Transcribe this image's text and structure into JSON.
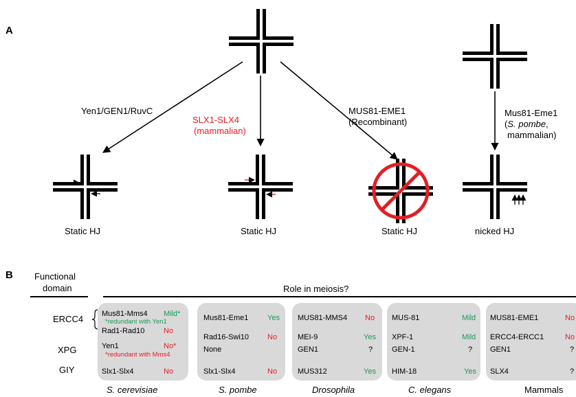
{
  "panel_a": {
    "label": "A",
    "branches": [
      {
        "enzyme": "Yen1/GEN1/RuvC",
        "result": "Static HJ"
      },
      {
        "enzyme_line1": "SLX1-SLX4",
        "enzyme_line2": "(mammalian)",
        "result": "Static HJ",
        "enzyme_color": "#e31e24"
      },
      {
        "enzyme_line1": "MUS81-EME1",
        "enzyme_line2": "(Recombinant)",
        "result": "Static HJ"
      },
      {
        "enzyme_line1": "Mus81-Eme1",
        "enzyme_line2a": "(",
        "enzyme_line2b": "S. pombe",
        "enzyme_line2c": ",",
        "enzyme_line3": "mammalian)",
        "result": "nicked HJ"
      }
    ]
  },
  "panel_b": {
    "label": "B",
    "functional_domain_line1": "Functional",
    "functional_domain_line2": "domain",
    "role_header": "Role in meiosis?",
    "domains": [
      "ERCC4",
      "XPG",
      "GIY"
    ],
    "species": [
      {
        "name": "S. cerevisiae",
        "rows": [
          {
            "protein": "Mus81-Mms4",
            "role": "Mild*",
            "role_color": "#1a9a55"
          },
          {
            "protein": "Rad1-Rad10",
            "role": "No",
            "role_color": "#e31e24"
          },
          {
            "protein": "Yen1",
            "role": "No*",
            "role_color": "#e31e24"
          },
          {
            "protein": "Slx1-Slx4",
            "role": "No",
            "role_color": "#e31e24"
          }
        ],
        "note_green": "*redundant with Yen1",
        "note_red": "*redundant with Mms4"
      },
      {
        "name": "S. pombe",
        "rows": [
          {
            "protein": "Mus81-Eme1",
            "role": "Yes",
            "role_color": "#1a9a55"
          },
          {
            "protein": "Rad16-Swi10",
            "role": "No",
            "role_color": "#e31e24"
          },
          {
            "protein": "None",
            "role": "",
            "role_color": "#000000"
          },
          {
            "protein": "Slx1-Slx4",
            "role": "No",
            "role_color": "#e31e24"
          }
        ]
      },
      {
        "name": "Drosophila",
        "rows": [
          {
            "protein": "MUS81-MMS4",
            "role": "No",
            "role_color": "#e31e24"
          },
          {
            "protein": "MEI-9",
            "role": "Yes",
            "role_color": "#1a9a55"
          },
          {
            "protein": "GEN1",
            "role": "?",
            "role_color": "#000000"
          },
          {
            "protein": "MUS312",
            "role": "Yes",
            "role_color": "#1a9a55"
          }
        ]
      },
      {
        "name": "C. elegans",
        "rows": [
          {
            "protein": "MUS-81",
            "role": "Mild",
            "role_color": "#1a9a55"
          },
          {
            "protein": "XPF-1",
            "role": "Mild",
            "role_color": "#1a9a55"
          },
          {
            "protein": "GEN-1",
            "role": "?",
            "role_color": "#000000"
          },
          {
            "protein": "HIM-18",
            "role": "Yes",
            "role_color": "#1a9a55"
          }
        ]
      },
      {
        "name": "Mammals",
        "rows": [
          {
            "protein": "MUS81-EME1",
            "role": "No",
            "role_color": "#e31e24"
          },
          {
            "protein": "ERCC4-ERCC1",
            "role": "No",
            "role_color": "#e31e24"
          },
          {
            "protein": "GEN1",
            "role": "?",
            "role_color": "#000000"
          },
          {
            "protein": "SLX4",
            "role": "?",
            "role_color": "#000000"
          }
        ]
      }
    ]
  }
}
